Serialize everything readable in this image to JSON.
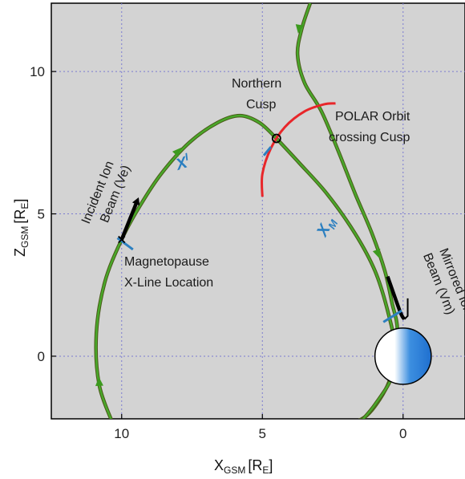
{
  "chart_data": {
    "type": "diagram",
    "xlabel": {
      "main": "X",
      "sub": "GSM",
      "unit": "[R",
      "unit_sub": "E",
      "unit_end": "]"
    },
    "ylabel": {
      "main": "Z",
      "sub": "GSM",
      "unit": "[R",
      "unit_sub": "E",
      "unit_end": "]"
    },
    "xlim": [
      12.5,
      -2.2
    ],
    "ylim": [
      -2.2,
      12.4
    ],
    "x_ticks": [
      10,
      5,
      0
    ],
    "x_tick_labels": [
      "10",
      "5",
      "0"
    ],
    "y_ticks": [
      0,
      5,
      10
    ],
    "y_tick_labels": [
      "0",
      "5",
      "10"
    ],
    "grid": true,
    "background": "#d3d3d3",
    "field_line_color": "#49a82a",
    "orbit_color": "#e8262a",
    "beam_color": "#000000",
    "marker_color": "#2b7fc0",
    "field_lines": [
      {
        "name": "incident",
        "points": [
          [
            10.3,
            -2.4
          ],
          [
            10.8,
            -1
          ],
          [
            10.9,
            0.8
          ],
          [
            10.6,
            2.6
          ],
          [
            10,
            4.1
          ],
          [
            9.4,
            5.2
          ],
          [
            8.6,
            6.4
          ],
          [
            7.6,
            7.5
          ],
          [
            6.6,
            8.2
          ],
          [
            5.8,
            8.45
          ],
          [
            5.1,
            8.2
          ],
          [
            4.5,
            7.65
          ]
        ]
      },
      {
        "name": "through-cusp",
        "points": [
          [
            4.5,
            7.65
          ],
          [
            3.7,
            6.8
          ],
          [
            2.7,
            5.7
          ],
          [
            1.7,
            4.3
          ],
          [
            1.0,
            3.0
          ],
          [
            0.55,
            1.6
          ],
          [
            0.3,
            0.3
          ],
          [
            0.5,
            -0.9
          ],
          [
            1.2,
            -2.0
          ],
          [
            1.9,
            -2.4
          ]
        ]
      },
      {
        "name": "from-north",
        "points": [
          [
            3.3,
            12.4
          ],
          [
            3.6,
            11.5
          ],
          [
            3.75,
            10.6
          ],
          [
            3.5,
            9.6
          ],
          [
            2.9,
            8.6
          ],
          [
            2.3,
            7.2
          ],
          [
            1.7,
            5.7
          ],
          [
            1.1,
            4.3
          ],
          [
            0.65,
            3.0
          ],
          [
            0.4,
            1.9
          ],
          [
            0.2,
            0.9
          ],
          [
            0.35,
            -0.6
          ],
          [
            1.0,
            -1.7
          ],
          [
            1.6,
            -2.4
          ]
        ]
      }
    ],
    "field_line_arrows": [
      [
        10.8,
        -0.9
      ],
      [
        8.0,
        7.2
      ],
      [
        3.7,
        11.5
      ],
      [
        0.9,
        3.6
      ]
    ],
    "polar_orbit": {
      "points": [
        [
          5.0,
          5.6
        ],
        [
          5.0,
          6.4
        ],
        [
          4.7,
          7.3
        ],
        [
          4.2,
          8.05
        ],
        [
          3.5,
          8.6
        ],
        [
          2.8,
          8.85
        ],
        [
          2.4,
          8.88
        ]
      ]
    },
    "earth": {
      "x": 0,
      "z": 0,
      "radius": 1
    },
    "cusp_point": {
      "x": 4.5,
      "z": 7.65
    },
    "xline_point": {
      "x": 10.0,
      "z": 4.1
    },
    "incident_beam": {
      "from": [
        10.0,
        4.1
      ],
      "to": [
        9.45,
        5.45
      ]
    },
    "mirrored_beam": {
      "points": [
        [
          0.55,
          2.8
        ],
        [
          0.1,
          1.55
        ],
        [
          -0.05,
          1.3
        ]
      ]
    },
    "blue_markers": [
      [
        [
          9.6,
          3.75
        ],
        [
          10.15,
          4.15
        ]
      ],
      [
        [
          4.7,
          7.35
        ],
        [
          4.95,
          7.05
        ]
      ],
      [
        [
          0.7,
          1.2
        ],
        [
          0.05,
          1.6
        ]
      ]
    ],
    "annotations": {
      "northern_cusp_line1": "Northern",
      "northern_cusp_line2": "Cusp",
      "polar_line1": "POLAR Orbit",
      "polar_line2": "crossing Cusp",
      "incident_line1": "Incident Ion",
      "incident_line2": "Beam (Ve)",
      "magnetopause_line1": "Magnetopause",
      "magnetopause_line2": "X-Line Location",
      "mirrored_line1": "Mirrored Ion",
      "mirrored_line2": "Beam (Vm)",
      "x_incident": "X",
      "x_incident_sub": "I",
      "x_mirrored": "X",
      "x_mirrored_sub": "M"
    }
  }
}
